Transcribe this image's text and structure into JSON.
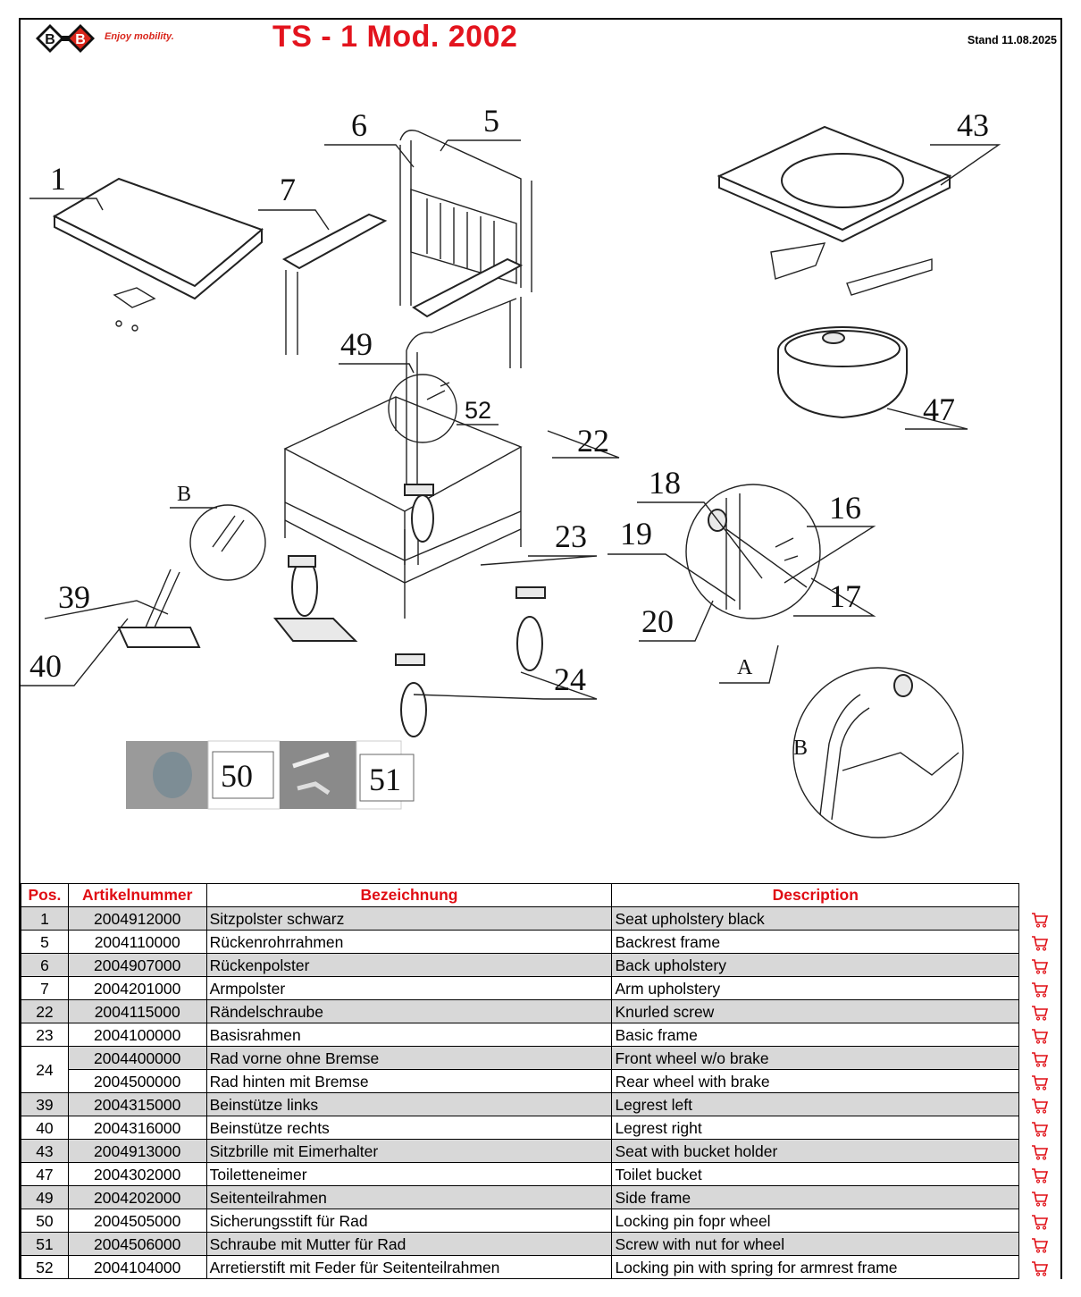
{
  "header": {
    "brand_logo": "B+B",
    "tagline": "Enjoy mobility.",
    "title": "TS - 1 Mod. 2002",
    "stand": "Stand 11.08.2025"
  },
  "drawing": {
    "callouts": [
      "1",
      "5",
      "6",
      "7",
      "43",
      "49",
      "52",
      "22",
      "47",
      "B",
      "18",
      "16",
      "23",
      "19",
      "39",
      "17",
      "20",
      "40",
      "A",
      "24",
      "B"
    ],
    "inset_labels": [
      "50",
      "51"
    ]
  },
  "table": {
    "headers": {
      "pos": "Pos.",
      "article": "Artikelnummer",
      "bezeichnung": "Bezeichnung",
      "description": "Description"
    },
    "cart_icon": "shopping-cart-icon",
    "rows": [
      {
        "pos": "1",
        "article": "2004912000",
        "de": "Sitzpolster schwarz",
        "en": "Seat upholstery black"
      },
      {
        "pos": "5",
        "article": "2004110000",
        "de": "Rückenrohrrahmen",
        "en": "Backrest frame"
      },
      {
        "pos": "6",
        "article": "2004907000",
        "de": "Rückenpolster",
        "en": "Back upholstery"
      },
      {
        "pos": "7",
        "article": "2004201000",
        "de": "Armpolster",
        "en": "Arm upholstery"
      },
      {
        "pos": "22",
        "article": "2004115000",
        "de": "Rändelschraube",
        "en": "Knurled screw"
      },
      {
        "pos": "23",
        "article": "2004100000",
        "de": "Basisrahmen",
        "en": "Basic frame"
      },
      {
        "pos": "24",
        "article": "2004400000",
        "de": "Rad vorne ohne Bremse",
        "en": "Front wheel w/o brake"
      },
      {
        "pos": "",
        "article": "2004500000",
        "de": "Rad hinten mit Bremse",
        "en": "Rear wheel with brake"
      },
      {
        "pos": "39",
        "article": "2004315000",
        "de": "Beinstütze links",
        "en": "Legrest left"
      },
      {
        "pos": "40",
        "article": "2004316000",
        "de": "Beinstütze rechts",
        "en": "Legrest right"
      },
      {
        "pos": "43",
        "article": "2004913000",
        "de": "Sitzbrille mit Eimerhalter",
        "en": "Seat with bucket holder"
      },
      {
        "pos": "47",
        "article": "2004302000",
        "de": "Toiletteneimer",
        "en": "Toilet bucket"
      },
      {
        "pos": "49",
        "article": "2004202000",
        "de": "Seitenteilrahmen",
        "en": "Side frame"
      },
      {
        "pos": "50",
        "article": "2004505000",
        "de": "Sicherungsstift für Rad",
        "en": "Locking pin fopr wheel"
      },
      {
        "pos": "51",
        "article": "2004506000",
        "de": "Schraube mit Mutter für Rad",
        "en": "Screw with nut for wheel"
      },
      {
        "pos": "52",
        "article": "2004104000",
        "de": "Arretierstift mit Feder für Seitenteilrahmen",
        "en": "Locking pin with spring for armrest frame"
      }
    ]
  }
}
